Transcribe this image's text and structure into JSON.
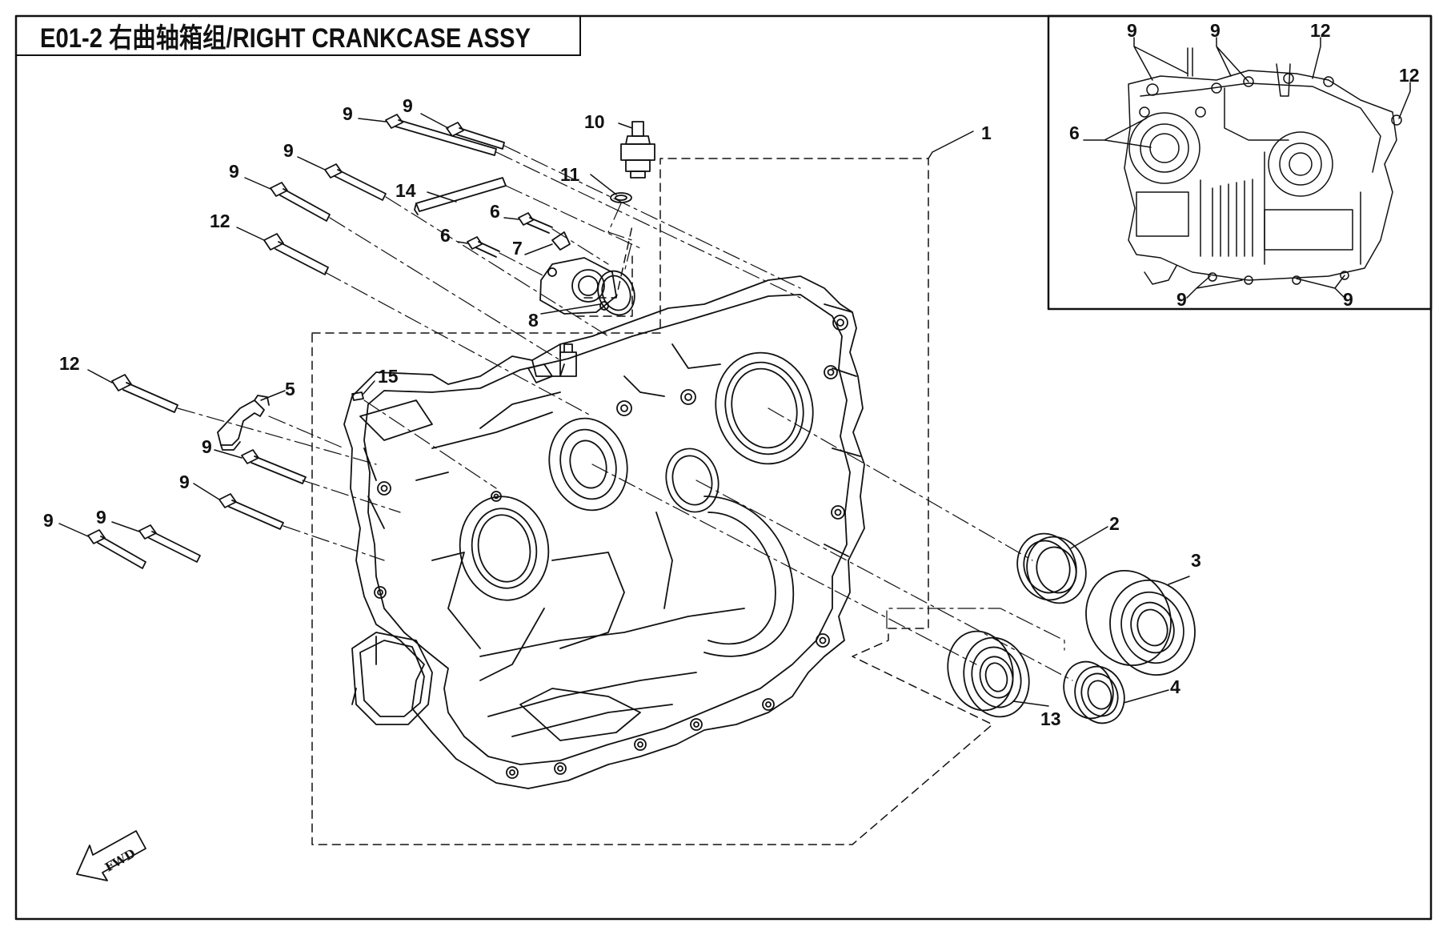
{
  "title": "E01-2 右曲轴箱组/RIGHT CRANKCASE ASSY",
  "fwd_label": "FWD",
  "callouts": {
    "p1": "1",
    "p2": "2",
    "p3": "3",
    "p4": "4",
    "p5": "5",
    "p6": "6",
    "p7": "7",
    "p8": "8",
    "p9": "9",
    "p10": "10",
    "p11": "11",
    "p12": "12",
    "p13": "13",
    "p14": "14",
    "p15": "15"
  },
  "colors": {
    "line": "#111111",
    "background": "#ffffff"
  }
}
